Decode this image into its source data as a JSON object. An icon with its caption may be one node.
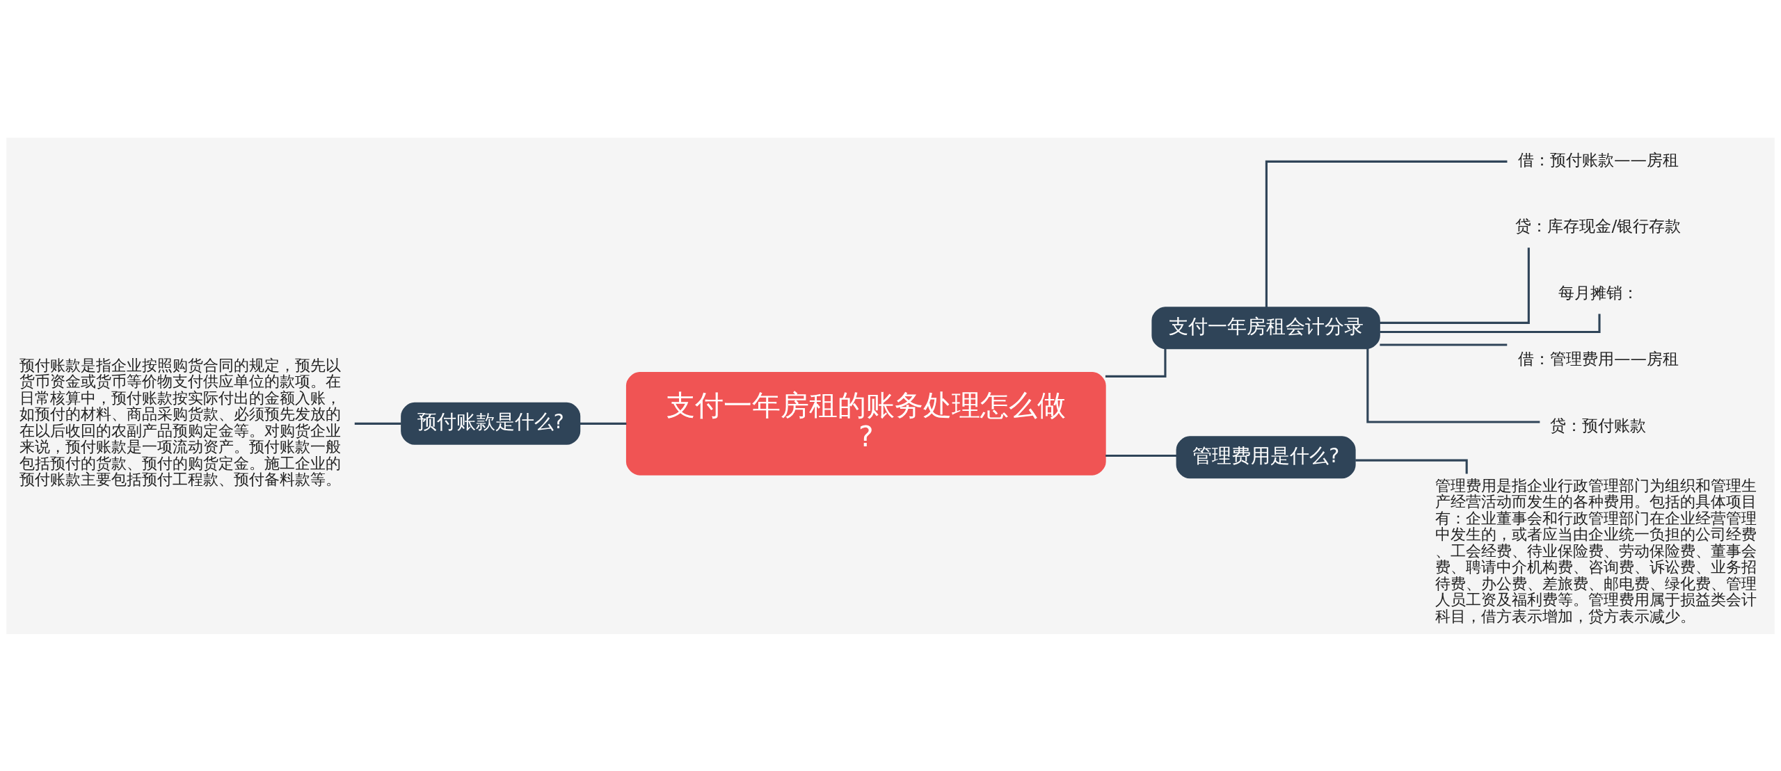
{
  "diagram": {
    "nodes": [
      {
        "text": [
          "支付一年房租的账务处理怎么做?"
        ]
      },
      {
        "text": [
          "预付账款是什么?"
        ]
      },
      {
        "text": [
          "预付账款是指企业按照购货合同的规定，预先以货币资金或货币等价物支付供应单位的款项。在日常核算中，预付账款按实际付出的金额入账，如预付的材料、商品采购货款、必须预先发放的在以后收回的农副产品预购定金等。对购货企业来说，预付账款是一项流动资产。预付账款一般包括预付的货款、预付的购货定金。施工企业的预付账款主要包括预付工程款、预付备料款等。"
        ]
      },
      {
        "text": [
          "支付一年房租会计分录"
        ]
      },
      {
        "text": [
          "借：预付账款——房租"
        ]
      },
      {
        "text": [
          "贷：库存现金/银行存款"
        ]
      },
      {
        "text": [
          "每月摊销："
        ]
      },
      {
        "text": [
          "借：管理费用——房租"
        ]
      },
      {
        "text": [
          "贷：预付账款"
        ]
      },
      {
        "text": [
          "管理费用是什么?"
        ]
      },
      {
        "text": [
          "管理费用是指企业行政管理部门为组织和管理生产经营活动而发生的各种费用。包括的具体项目有：企业董事会和行政管理部门在企业经营管理中发生的，或者应当由企业统一负担的公司经费、工会经费、待业保险费、劳动保险费、董事会费、聘请中介机构费、咨询费、诉讼费、业务招待费、办公费、差旅费、邮电费、绿化费、管理人员工资及福利费等。管理费用属于损益类会计科目，借方表示增加，贷方表示减少。"
        ]
      }
    ],
    "edges": [
      {
        "from": 0,
        "to": 1,
        "arrow": "none"
      },
      {
        "from": 1,
        "to": 2,
        "arrow": "none"
      },
      {
        "from": 0,
        "to": 3,
        "arrow": "none"
      },
      {
        "from": 3,
        "to": 4,
        "arrow": "none"
      },
      {
        "from": 3,
        "to": 5,
        "arrow": "none"
      },
      {
        "from": 3,
        "to": 6,
        "arrow": "none"
      },
      {
        "from": 3,
        "to": 7,
        "arrow": "none"
      },
      {
        "from": 3,
        "to": 8,
        "arrow": "none"
      },
      {
        "from": 0,
        "to": 9,
        "arrow": "none"
      },
      {
        "from": 9,
        "to": 10,
        "arrow": "none"
      }
    ]
  }
}
